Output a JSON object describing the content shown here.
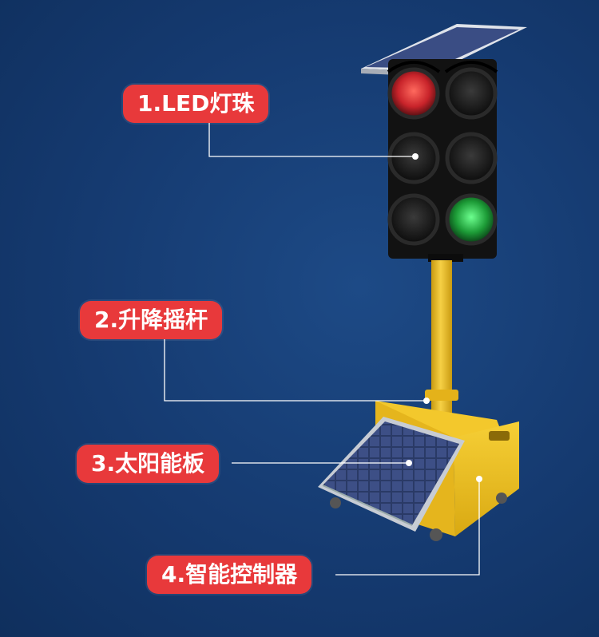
{
  "labels": [
    {
      "text": "1.LED灯珠"
    },
    {
      "text": "2.升降摇杆"
    },
    {
      "text": "3.太阳能板"
    },
    {
      "text": "4.智能控制器"
    }
  ],
  "colors": {
    "background": "#153a70",
    "label_bg": "#e8393b",
    "pole": "#f2c21b",
    "housing": "#111111",
    "led_red": "#d8262c",
    "led_green": "#1faa3c"
  }
}
